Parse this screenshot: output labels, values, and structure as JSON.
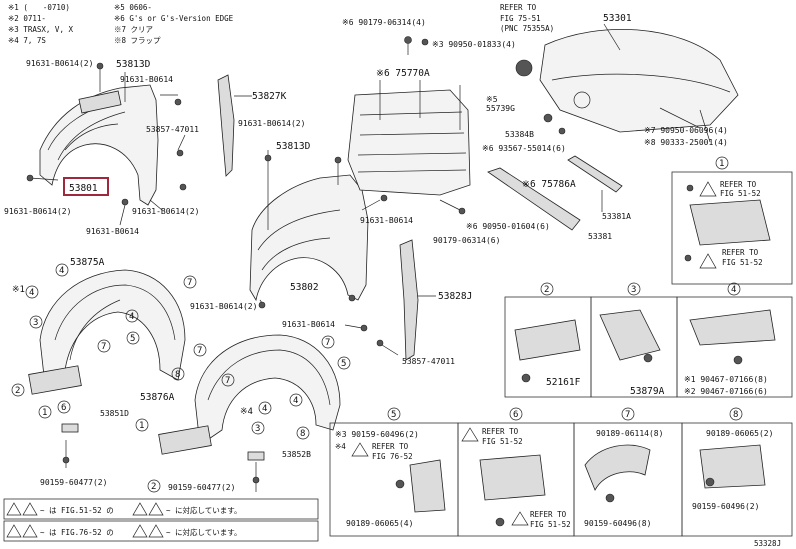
{
  "legend": [
    "※1 (　　-0710)",
    "※2 0711-　　",
    "※3 TRASX, V, X",
    "※4 7, 7S",
    "※5 0606-　　",
    "※6 G's or G's-Version EDGE",
    "※7 クリア",
    "※8 フラップ"
  ],
  "parts": {
    "p91631_B0614_2a": "91631-B0614(2)",
    "p53813D_a": "53813D",
    "p91631_B0614_b": "91631-B0614",
    "p53857_47011_a": "53857-47011",
    "p53801": "53801",
    "p91631_B0614_2c": "91631-B0614(2)",
    "p91631_B0614_2d": "91631-B0614(2)",
    "p91631_B0614_e": "91631-B0614",
    "p53875A": "53875A",
    "p53827K": "53827K",
    "p91631_B0614_2f": "91631-B0614(2)",
    "p53813D_b": "53813D",
    "p53802": "53802",
    "p91631_B0614_g": "91631-B0614",
    "p91631_B0614_2h": "91631-B0614(2)",
    "p91631_B0614_i": "91631-B0614",
    "p53857_47011_b": "53857-47011",
    "p53828J": "53828J",
    "p53876A": "53876A",
    "p53852B": "53852B",
    "p53851D": "53851D",
    "p90159_60477_2a": "90159-60477(2)",
    "p90159_60477_2b": "90159-60477(2)",
    "p90179_06314_4": "※6 90179-06314(4)",
    "p90950_01833_4": "※3 90950-01833(4)",
    "p75770A": "※6 75770A",
    "p53301": "53301",
    "p55739G": "55739G",
    "p53384B": "53384B",
    "p93567_55014_6": "※6 93567-55014(6)",
    "p75786A": "※6 75786A",
    "p90950_01604_6": "※6 90950-01604(6)",
    "p90179_06314_6": "90179-06314(6)",
    "p53381A": "53381A",
    "p53381": "53381",
    "p90950_06096_4": "※7 90950-06096(4)",
    "p90333_25001_4": "※8 90333-25001(4)",
    "p52161F": "52161F",
    "p53879A": "53879A",
    "p90467_07166_8": "※1 90467-07166(8)",
    "p90467_07166_6": "※2 90467-07166(6)",
    "p90159_60496_2": "※3 90159-60496(2)",
    "p90189_06065_4": "90189-06065(4)",
    "p90189_06114_8": "90189-06114(8)",
    "p90159_60496_8": "90159-60496(8)",
    "p90189_06065_2": "90189-06065(2)",
    "p90159_60496_2b": "90159-60496(2)"
  },
  "refs": {
    "hood_ref1": "REFER TO",
    "hood_ref2": "FIG 75-51",
    "hood_ref3": "(PNC 75355A)",
    "b1_ref1a": "REFER TO",
    "b1_ref1b": "FIG 51-52",
    "b1_ref2a": "REFER TO",
    "b1_ref2b": "FIG 51-52",
    "b5_star4": "※4",
    "b5_ref1": "REFER TO",
    "b5_ref2": "FIG 76-52",
    "b6_ref1a": "REFER TO",
    "b6_ref1b": "FIG 51-52",
    "b6_ref2a": "REFER TO",
    "b6_ref2b": "FIG 51-52"
  },
  "circles": {
    "c1": "1",
    "c2": "2",
    "c3": "3",
    "c4": "4",
    "c5": "5",
    "c6": "6",
    "c7": "7",
    "c8": "8"
  },
  "stars": {
    "s5": "※5",
    "s1": "※1",
    "s4": "※4"
  },
  "footer_notes": [
    "~ は FIG.51-52 の",
    "~ に対応しています。",
    "~ は FIG.76-52 の",
    "~ に対応しています。"
  ],
  "figure_code": "53328J",
  "highlight_color": "#a0283c"
}
